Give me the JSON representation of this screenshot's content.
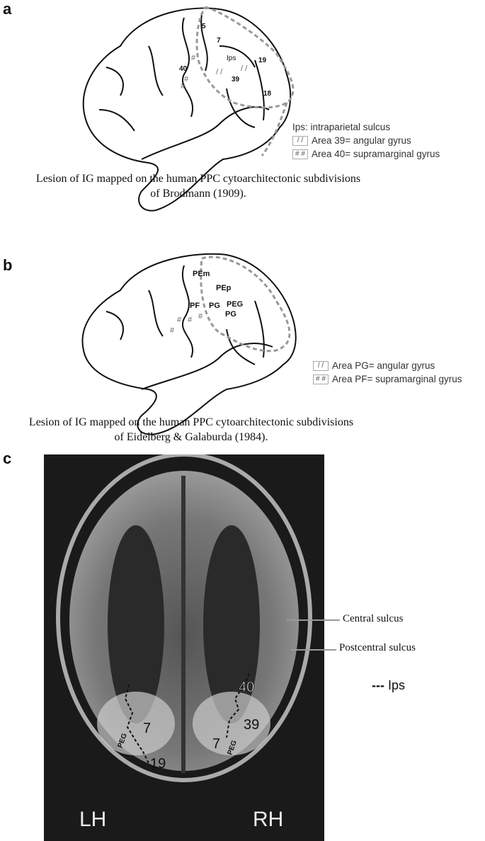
{
  "panels": [
    {
      "label": "a",
      "areas": [
        "5",
        "7",
        "40",
        "39",
        "Ips",
        "19",
        "18"
      ],
      "legend": {
        "ips": "Ips: intraparietal sulcus",
        "items": [
          {
            "swatch": "/ /",
            "text": "Area 39= angular gyrus"
          },
          {
            "swatch": "# #",
            "text": "Area 40= supramarginal gyrus"
          }
        ]
      },
      "caption": [
        "Lesion of IG mapped on the human PPC cytoarchitectonic subdivisions",
        "of Brodmann (1909)."
      ]
    },
    {
      "label": "b",
      "areas": [
        "PEm",
        "PEp",
        "PF",
        "PG",
        "PEG",
        "PG"
      ],
      "legend": {
        "items": [
          {
            "swatch": "/ /",
            "text": "Area PG= angular gyrus"
          },
          {
            "swatch": "# #",
            "text": "Area PF= supramarginal gyrus"
          }
        ]
      },
      "caption": [
        "Lesion of IG mapped on the human PPC cytoarchitectonic subdivisions",
        "of  Eidelberg & Galaburda (1984)."
      ]
    },
    {
      "label": "c",
      "mri_labels": {
        "left": "LH",
        "right": "RH",
        "l7": "7",
        "l19": "19",
        "lpeg": "PEG",
        "r40": "40",
        "r39": "39",
        "r7": "7",
        "rpeg": "PEG"
      },
      "annotations": {
        "central": "Central sulcus",
        "postcentral": "Postcentral sulcus",
        "ips": "Ips",
        "ips_marker": "---"
      }
    }
  ]
}
